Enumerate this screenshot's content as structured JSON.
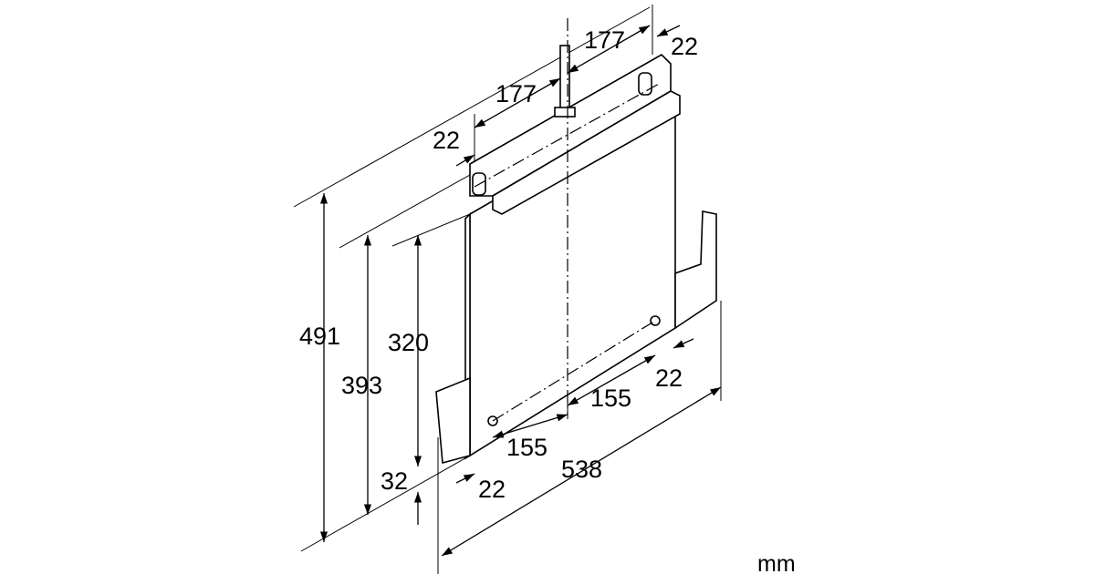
{
  "diagram": {
    "dimensions": {
      "top_spacing_right": "177",
      "top_spacing_left": "177",
      "top_offset_right": "22",
      "top_offset_left": "22",
      "height_total": "491",
      "height_mid": "393",
      "height_panel": "320",
      "bottom_offset_height": "32",
      "bottom_offset_left": "22",
      "bottom_spacing_left": "155",
      "bottom_spacing_right": "155",
      "bottom_offset_right": "22",
      "width_total": "538"
    },
    "unit": "mm"
  }
}
